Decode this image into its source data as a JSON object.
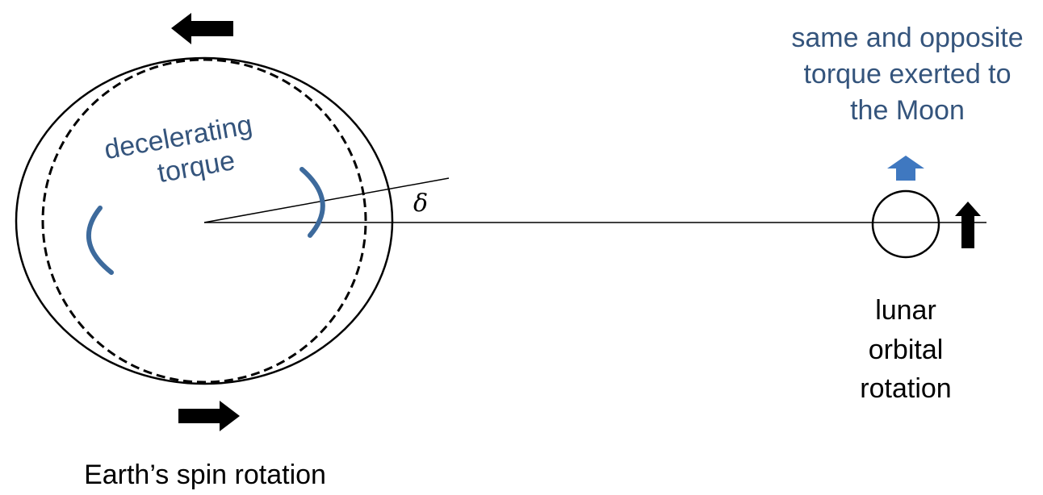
{
  "labels": {
    "decelerating": "decelerating",
    "torque": "torque",
    "delta_symbol": "δ",
    "moon_torque_line1": "same and opposite",
    "moon_torque_line2": "torque exerted to",
    "moon_torque_line3": "the Moon",
    "lunar_line1": "lunar",
    "lunar_line2": "orbital",
    "lunar_line3": "rotation",
    "earth_spin": "Earth’s spin rotation"
  },
  "colors": {
    "torque_blue": "#3d6a9c",
    "text_blue": "#34547c",
    "moon_arrow_blue": "#3f78c0",
    "line_black": "#000000"
  },
  "icons": {
    "top_arrow": "arrow-left",
    "bottom_arrow": "arrow-right",
    "lunar_orbit_arrow": "arrow-up",
    "moon_torque_arrow": "arrow-up"
  }
}
